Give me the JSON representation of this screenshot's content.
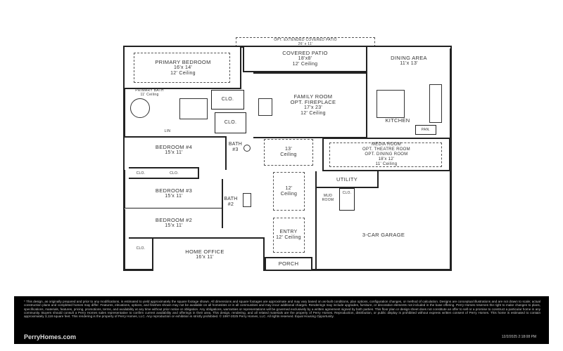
{
  "floor_plan": {
    "opt_patio": {
      "label": "OPT. EXTENDED COVERED PATIO",
      "size": "26' x 11'"
    },
    "rooms": {
      "covered_patio": {
        "name": "COVERED PATIO",
        "size": "18'x8'",
        "ceiling": "12' Ceiling"
      },
      "primary_bedroom": {
        "name": "PRIMARY BEDROOM",
        "size": "16'x 14'",
        "ceiling": "12' Ceiling"
      },
      "dining_area": {
        "name": "DINING AREA",
        "size": "11'x 13'"
      },
      "primary_bath": {
        "name": "PRIMARY BATH",
        "ceiling": "11' Ceiling"
      },
      "family_room": {
        "name": "FAMILY ROOM",
        "option": "OPT. FIREPLACE",
        "size": "17'x 23'",
        "ceiling": "12' Ceiling"
      },
      "kitchen": {
        "name": "KITCHEN"
      },
      "pantry": {
        "name": "PAN."
      },
      "closet_label": "CLO.",
      "linen": {
        "name": "LIN"
      },
      "bedroom_4": {
        "name": "BEDROOM #4",
        "size": "15'x 11'"
      },
      "bath_3": {
        "name": "BATH",
        "number": "#3"
      },
      "foyer": {
        "size": "13'",
        "ceiling": "Ceiling"
      },
      "media_room": {
        "name": "MEDIA ROOM",
        "option1": "OPT. THEATRE ROOM",
        "option2": "OPT. DINING ROOM",
        "size": "18'x 12'",
        "ceiling": "11' Ceiling"
      },
      "bedroom_3": {
        "name": "BEDROOM #3",
        "size": "15'x 11'"
      },
      "bath_2": {
        "name": "BATH",
        "number": "#2"
      },
      "hall": {
        "size": "12'",
        "ceiling": "Ceiling"
      },
      "utility": {
        "name": "UTILITY"
      },
      "mud_room": {
        "name": "MUD",
        "name2": "ROOM"
      },
      "bedroom_2": {
        "name": "BEDROOM #2",
        "size": "15'x 11'"
      },
      "entry": {
        "name": "ENTRY",
        "ceiling": "12' Ceiling"
      },
      "garage": {
        "name": "3-CAR GARAGE"
      },
      "home_office": {
        "name": "HOME OFFICE",
        "size": "16'x 11'"
      },
      "porch": {
        "name": "PORCH"
      }
    }
  },
  "footer": {
    "disclaimer": "* This design, as originally prepared and prior to any modifications, is estimated to yield approximately the square footage shown. All dimensions and square footages are approximate and may vary based on as-built conditions, plan options, configuration changes, or method of calculation. Designs are conceptual illustrations and are not drawn to scale; actual construction plans and completed homes may differ. Features, elevations, options, and finishes shown may not be available on all homesites or in all communities and may incur additional charges. Renderings may include upgrades, furniture, or decorative elements not included in the base offering. Perry Homes reserves the right to make changes to plans, specifications, materials, features, pricing, promotions, terms, and availability at any time without prior notice or obligation. Any obligations, warranties or representations will be governed exclusively by a written agreement signed by both parties. This floor plan or design sheet does not constitute an offer to sell or a promise to construct a particular home in any community. Buyers should consult a Perry Homes sales representative to confirm current availability and offerings in their area. This design, rendering, and all related materials are the property of Perry Homes. Reproduction, distribution, or public display is prohibited without express written consent of Perry Homes. This home is estimated to contain approximately 3,118 square feet. This rendering is the property of Perry Homes, LLC. Any reproduction or exhibition is strictly prohibited. © 1997-2025 Perry Homes, LLC. All rights reserved. Equal Housing Opportunity.",
    "brand": "PerryHomes.com",
    "timestamp": "12/2/2025 2:18:08 PM"
  }
}
